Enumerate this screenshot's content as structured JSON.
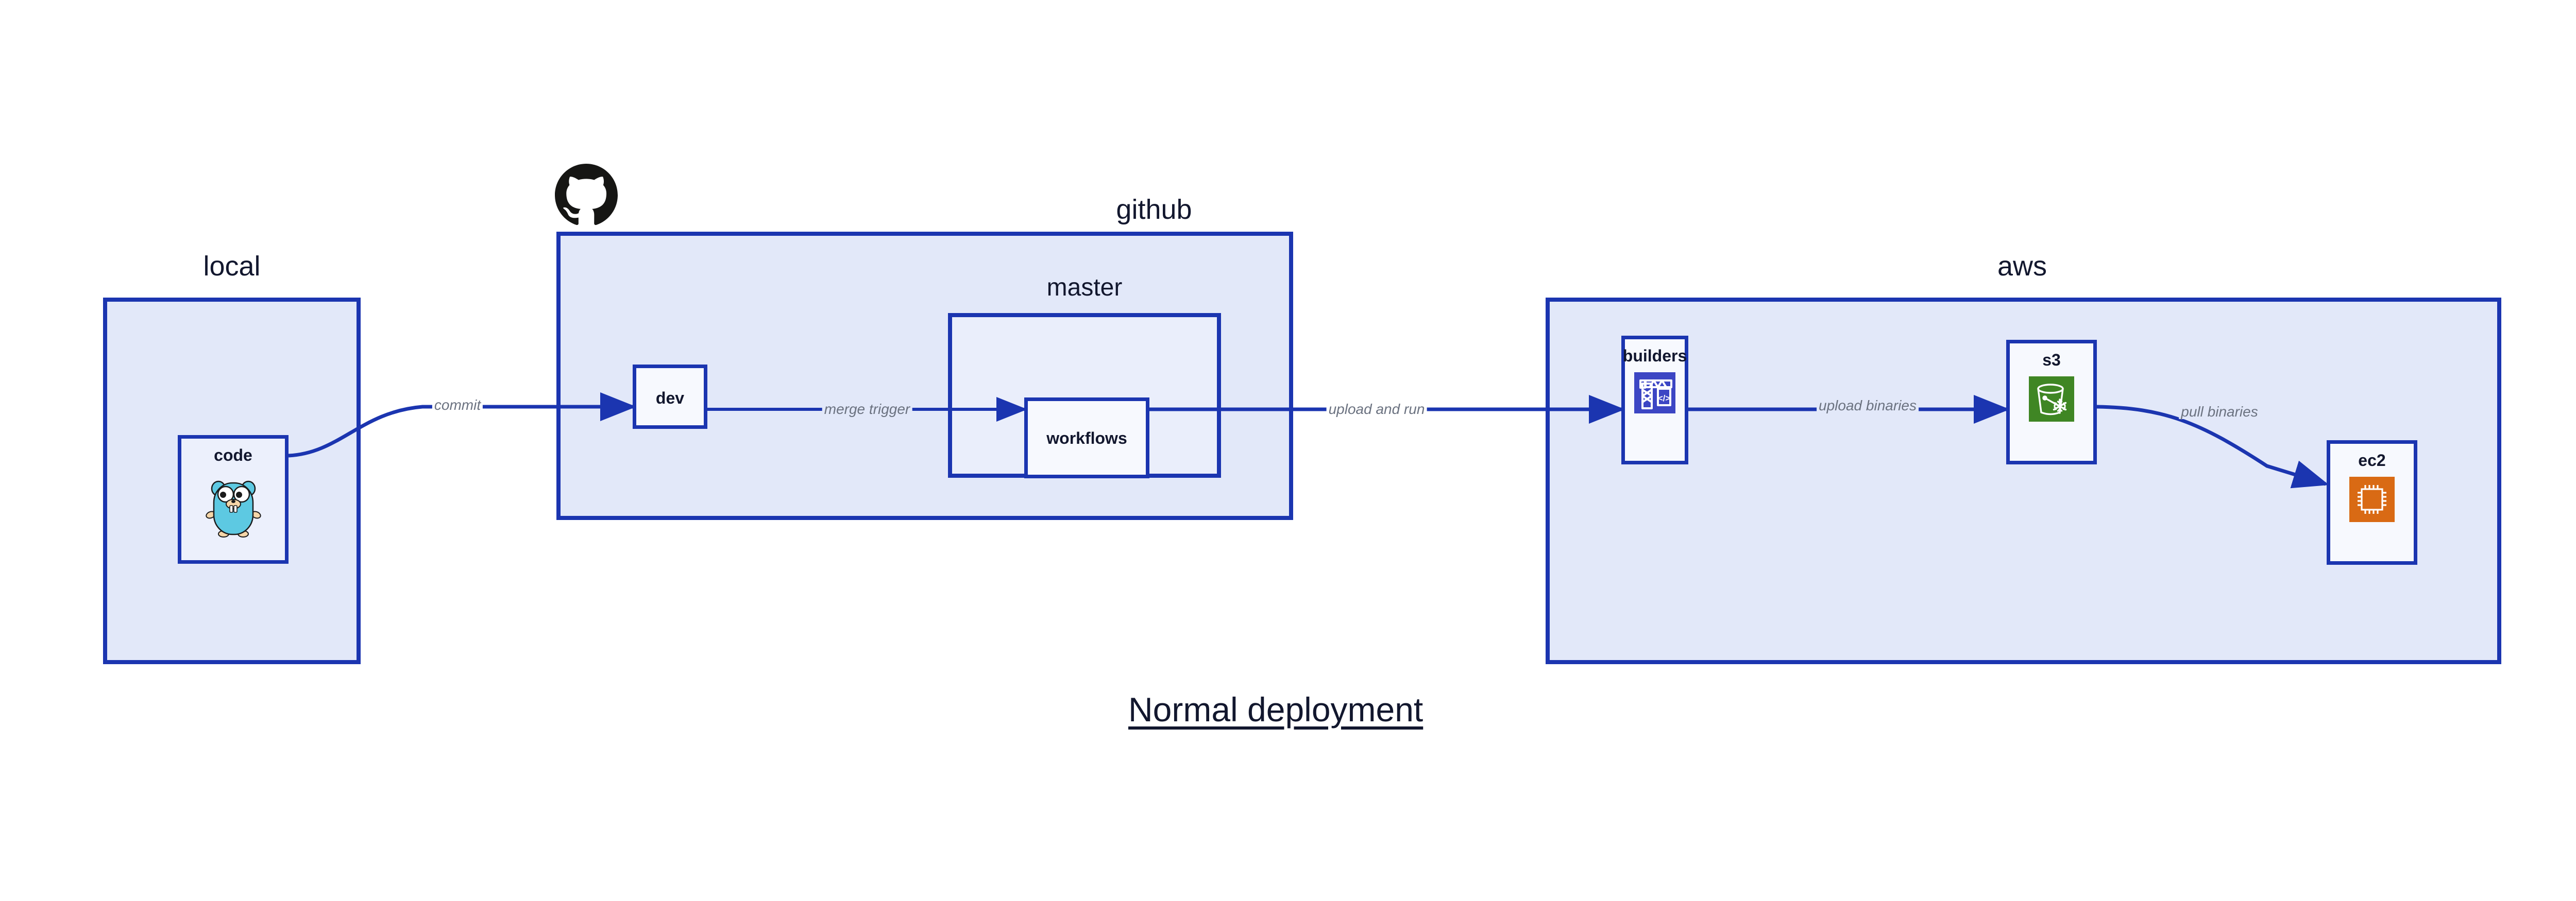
{
  "diagram": {
    "title": "Normal deployment",
    "background": "#ffffff",
    "accent_border": "#1b35b0",
    "zone_fill": "#e2e8f9",
    "node_fill": "#ecf0fc",
    "label_color": "#6b7280",
    "text_color": "#12172e"
  },
  "zones": [
    {
      "id": "local",
      "label": "local"
    },
    {
      "id": "github",
      "label": "github"
    },
    {
      "id": "master",
      "label": "master"
    },
    {
      "id": "aws",
      "label": "aws"
    }
  ],
  "nodes": [
    {
      "id": "code",
      "label": "code",
      "icon": "go-gopher-icon",
      "zone": "local"
    },
    {
      "id": "dev",
      "label": "dev",
      "icon": null,
      "zone": "github"
    },
    {
      "id": "workflows",
      "label": "workflows",
      "icon": null,
      "zone": "master"
    },
    {
      "id": "builders",
      "label": "builders",
      "icon": "aws-codebuild-icon",
      "icon_color": "#3c46c4",
      "zone": "aws"
    },
    {
      "id": "s3",
      "label": "s3",
      "icon": "aws-s3-glacier-icon",
      "icon_color": "#3f8624",
      "zone": "aws"
    },
    {
      "id": "ec2",
      "label": "ec2",
      "icon": "aws-ec2-icon",
      "icon_color": "#d96a14",
      "zone": "aws"
    }
  ],
  "edges": [
    {
      "id": "commit",
      "from": "code",
      "to": "dev",
      "label": "commit"
    },
    {
      "id": "merge-trigger",
      "from": "dev",
      "to": "workflows",
      "label": "merge trigger"
    },
    {
      "id": "upload-and-run",
      "from": "workflows",
      "to": "builders",
      "label": "upload and run"
    },
    {
      "id": "upload-binaries",
      "from": "builders",
      "to": "s3",
      "label": "upload binaries"
    },
    {
      "id": "pull-binaries",
      "from": "s3",
      "to": "ec2",
      "label": "pull binaries"
    }
  ],
  "logos": [
    {
      "id": "github-logo",
      "name": "github-octocat-icon",
      "color": "#161614"
    }
  ]
}
